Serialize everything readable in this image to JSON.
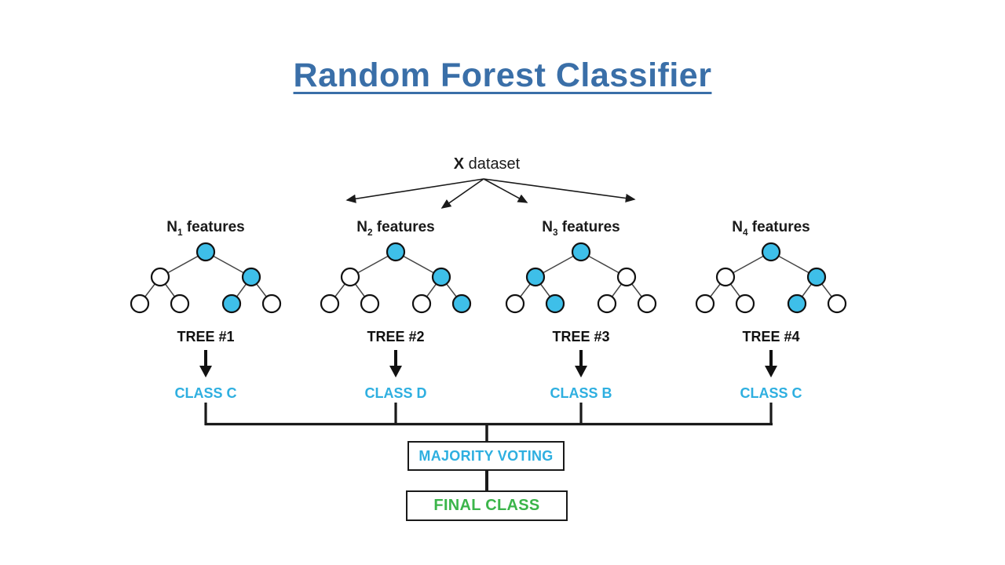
{
  "title": "Random Forest Classifier",
  "dataset": {
    "bold": "X",
    "rest": " dataset"
  },
  "colors": {
    "title_blue": "#3A6FA8",
    "node_fill": "#3EBFE9",
    "node_empty": "#FFFFFF",
    "node_stroke": "#111111",
    "class_cyan": "#2EAFE0",
    "final_green": "#3BB54A",
    "line_black": "#1a1a1a"
  },
  "trees": [
    {
      "n": "N",
      "sub": "1",
      "word": " features",
      "tree_label": "TREE #1",
      "class_label": "CLASS C",
      "nodes": {
        "root": true,
        "l": false,
        "r": true,
        "ll": false,
        "lr": false,
        "rl": true,
        "rr": false
      }
    },
    {
      "n": "N",
      "sub": "2",
      "word": " features",
      "tree_label": "TREE #2",
      "class_label": "CLASS D",
      "nodes": {
        "root": true,
        "l": false,
        "r": true,
        "ll": false,
        "lr": false,
        "rl": false,
        "rr": true
      }
    },
    {
      "n": "N",
      "sub": "3",
      "word": " features",
      "tree_label": "TREE #3",
      "class_label": "CLASS B",
      "nodes": {
        "root": true,
        "l": true,
        "r": false,
        "ll": false,
        "lr": true,
        "rl": false,
        "rr": false
      }
    },
    {
      "n": "N",
      "sub": "4",
      "word": " features",
      "tree_label": "TREE #4",
      "class_label": "CLASS C",
      "nodes": {
        "root": true,
        "l": false,
        "r": true,
        "ll": false,
        "lr": false,
        "rl": true,
        "rr": false
      }
    }
  ],
  "majority_voting_label": "MAJORITY VOTING",
  "final_class_label": "FINAL CLASS"
}
